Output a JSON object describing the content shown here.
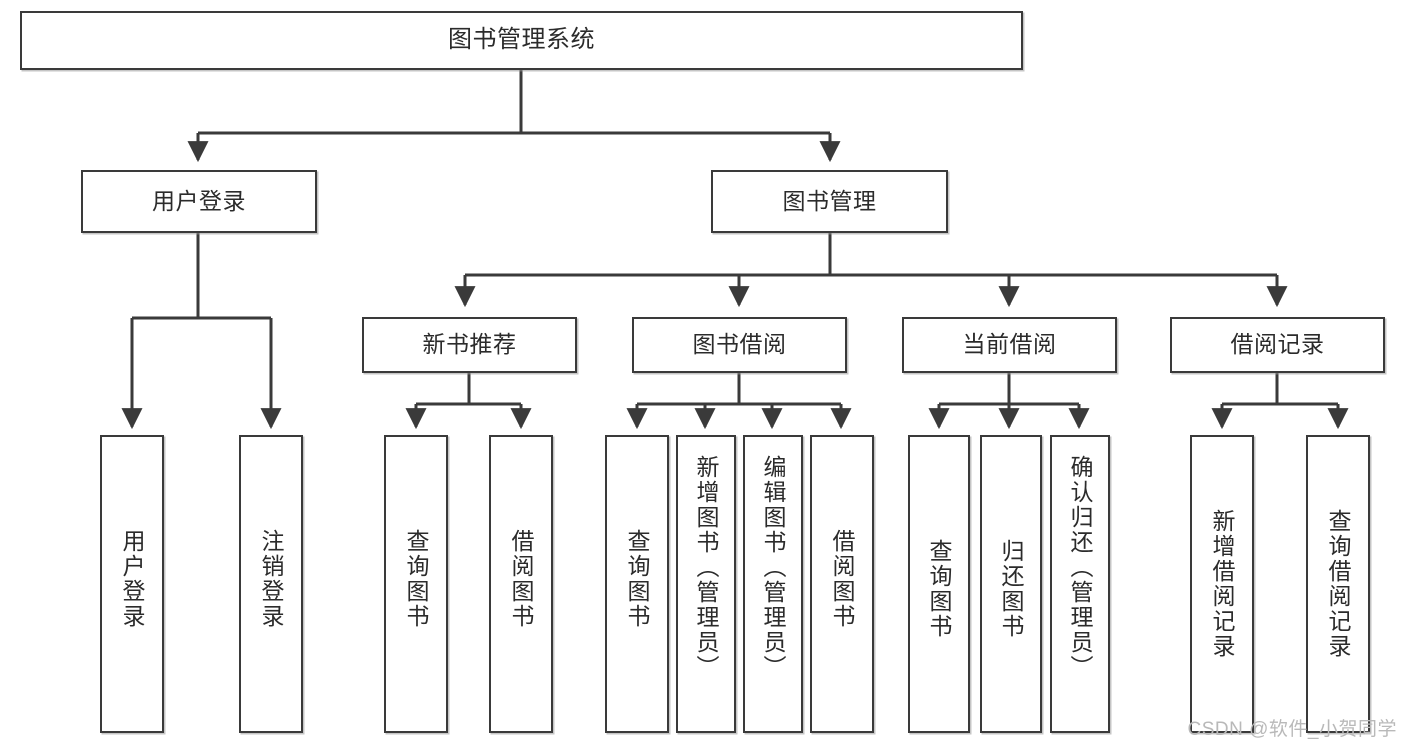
{
  "diagram": {
    "type": "tree",
    "title": "图书管理系统",
    "root": {
      "label": "图书管理系统"
    },
    "level2": [
      {
        "id": "user-login",
        "label": "用户登录"
      },
      {
        "id": "book-manage",
        "label": "图书管理"
      }
    ],
    "level3": [
      {
        "id": "new-book-recommend",
        "label": "新书推荐",
        "parent": "book-manage"
      },
      {
        "id": "book-borrow",
        "label": "图书借阅",
        "parent": "book-manage"
      },
      {
        "id": "current-borrow",
        "label": "当前借阅",
        "parent": "book-manage"
      },
      {
        "id": "borrow-record",
        "label": "借阅记录",
        "parent": "book-manage"
      }
    ],
    "leaves": {
      "user_login": [
        {
          "id": "leaf-user-login",
          "label": "用户登录"
        },
        {
          "id": "leaf-logout-login",
          "label": "注销登录"
        }
      ],
      "new_book_recommend": [
        {
          "id": "leaf-query-book-1",
          "label": "查询图书"
        },
        {
          "id": "leaf-borrow-book-1",
          "label": "借阅图书"
        }
      ],
      "book_borrow": [
        {
          "id": "leaf-query-book-2",
          "label": "查询图书"
        },
        {
          "id": "leaf-add-book",
          "label": "新增图书（管理员）"
        },
        {
          "id": "leaf-edit-book",
          "label": "编辑图书（管理员）"
        },
        {
          "id": "leaf-borrow-book-2",
          "label": "借阅图书"
        }
      ],
      "current_borrow": [
        {
          "id": "leaf-query-book-3",
          "label": "查询图书"
        },
        {
          "id": "leaf-return-book",
          "label": "归还图书"
        },
        {
          "id": "leaf-confirm-return",
          "label": "确认归还（管理员）"
        }
      ],
      "borrow_record": [
        {
          "id": "leaf-add-record",
          "label": "新增借阅记录"
        },
        {
          "id": "leaf-query-record",
          "label": "查询借阅记录"
        }
      ]
    }
  },
  "watermark": {
    "text": "CSDN @软件_小贺同学"
  },
  "colors": {
    "stroke": "#3a3a3a",
    "text": "#2b2b2b",
    "background": "#ffffff",
    "watermark": "#b9b9b9"
  }
}
